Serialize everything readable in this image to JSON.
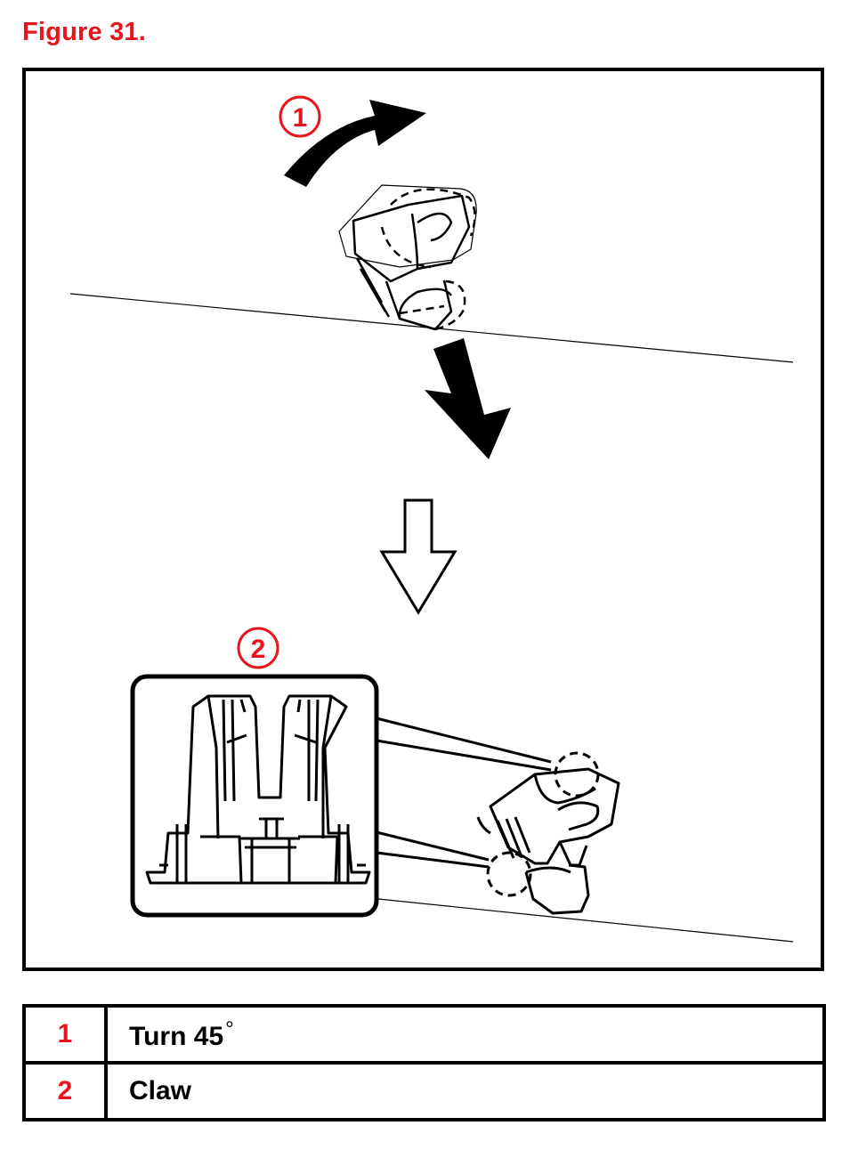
{
  "figure": {
    "title": "Figure 31.",
    "callouts": [
      "1",
      "2"
    ],
    "accent_color": "#e8141c"
  },
  "legend": {
    "rows": [
      {
        "num": "1",
        "desc": "Turn 45",
        "suffix": "°"
      },
      {
        "num": "2",
        "desc": "Claw",
        "suffix": ""
      }
    ]
  },
  "icons": [
    "curved-rotation-arrow-icon",
    "push-down-arrow-icon",
    "hollow-down-arrow-icon"
  ]
}
